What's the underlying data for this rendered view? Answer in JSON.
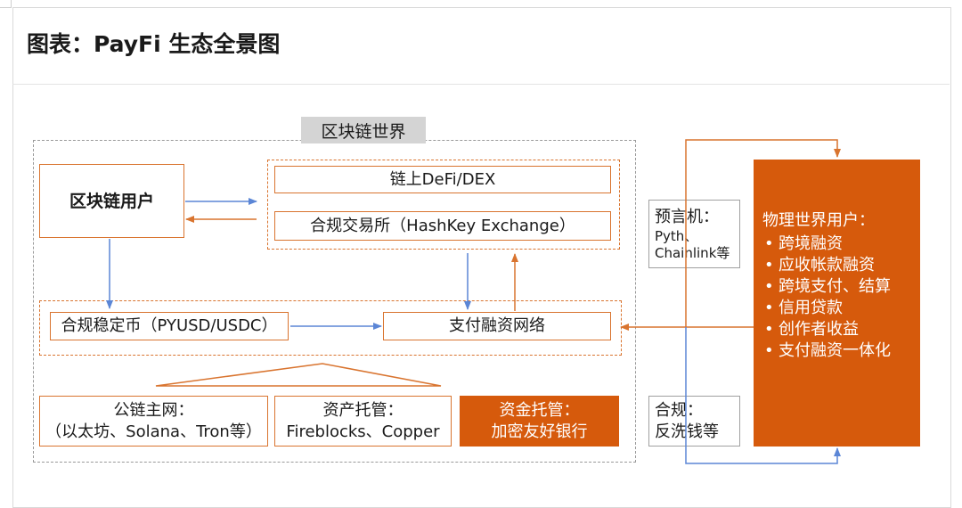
{
  "page": {
    "title": "图表：PayFi 生态全景图"
  },
  "diagram": {
    "blockchain_world_label": "区块链世界",
    "blockchain_user": "区块链用户",
    "defi_dex": "链上DeFi/DEX",
    "exchange": "合规交易所（HashKey Exchange）",
    "stablecoin": "合规稳定币（PYUSD/USDC）",
    "payfi_network": "支付融资网络",
    "oracle_line1": "预言机：",
    "oracle_line2": "Pyth、",
    "oracle_line3": "Chainlink等",
    "public_chain_line1": "公链主网：",
    "public_chain_line2": "（以太坊、Solana、Tron等）",
    "custody_line1": "资产托管：",
    "custody_line2": "Fireblocks、Copper",
    "fund_custody_line1": "资金托管：",
    "fund_custody_line2": "加密友好银行",
    "compliance_line1": "合规：",
    "compliance_line2": "反洗钱等",
    "physical_title": "物理世界用户：",
    "physical_items": [
      "跨境融资",
      "应收帐款融资",
      "跨境支付、结算",
      "信用贷款",
      "创作者收益",
      "支付融资一体化"
    ]
  },
  "colors": {
    "orange": "#d9742f",
    "solid_orange": "#d65a0c",
    "blue": "#5b86d6",
    "gray": "#9a9a9a"
  }
}
